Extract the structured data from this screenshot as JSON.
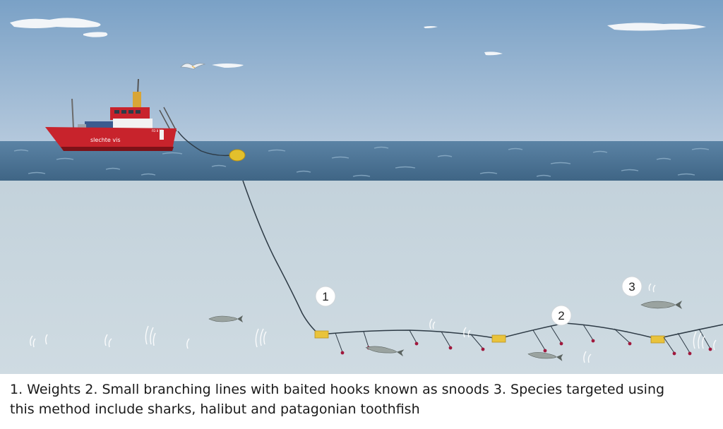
{
  "boat": {
    "hull_name": "slechte vis",
    "registration": "FD 8 18"
  },
  "callouts": [
    {
      "label": "1"
    },
    {
      "label": "2"
    },
    {
      "label": "3"
    }
  ],
  "caption": {
    "line1": "1. Weights 2. Small branching lines with baited hooks known as snoods 3. Species targeted using",
    "line2": "this method include sharks, halibut and patagonian toothfish"
  },
  "colors": {
    "sky_top": "#7aa1c6",
    "sky_bottom": "#b4c8dc",
    "sea_surface": "#4e7596",
    "underwater": "#c9d6de",
    "hull_red": "#c8232c",
    "weight_yellow": "#e9c33b",
    "hook_bead": "#a0183c"
  }
}
